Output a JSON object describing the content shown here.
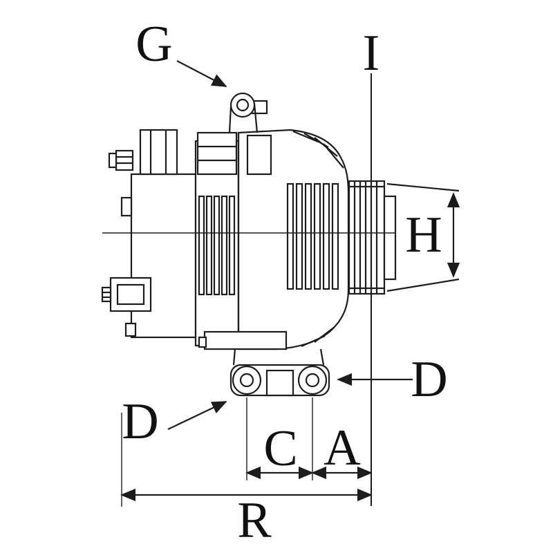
{
  "page": {
    "background": "#ffffff",
    "line_color": "#1c1c1c",
    "description_type": "technical-line-drawing"
  },
  "diagram": {
    "subject": "alternator side-view dimensional drawing",
    "labels": {
      "g": "G",
      "i": "I",
      "h": "H",
      "d_right": "D",
      "d_left": "D",
      "c": "C",
      "a": "A",
      "r": "R"
    }
  }
}
